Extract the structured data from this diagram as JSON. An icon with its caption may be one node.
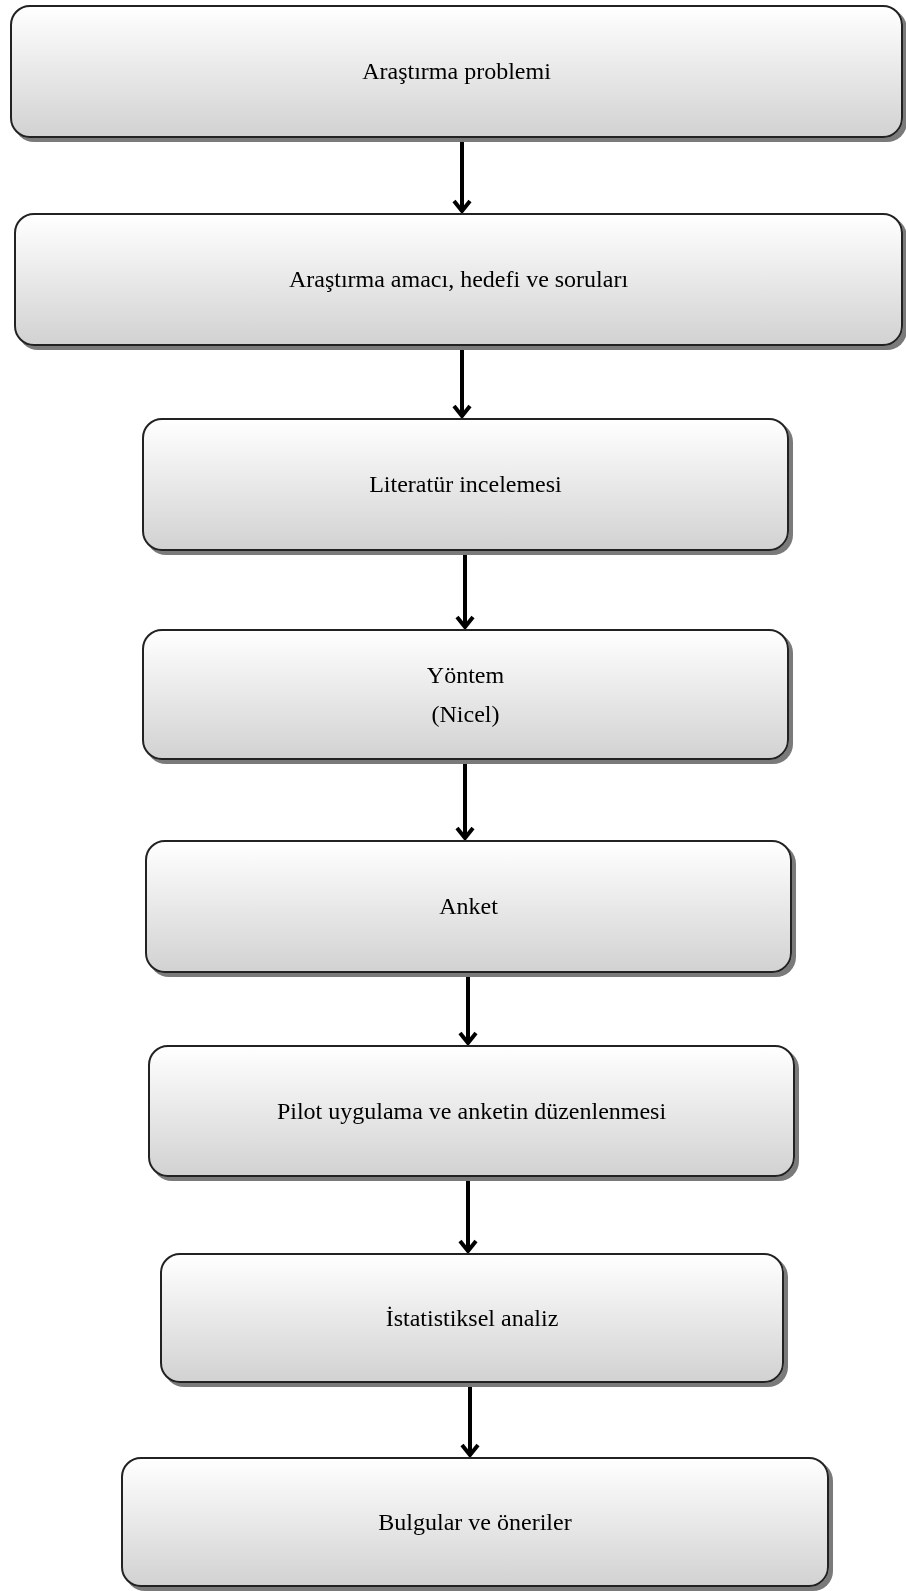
{
  "diagram": {
    "nodes": [
      {
        "text": [
          "Araştırma problemi"
        ]
      },
      {
        "text": [
          "Araştırma amacı, hedefi ve soruları"
        ]
      },
      {
        "text": [
          "Literatür incelemesi"
        ]
      },
      {
        "text": [
          "Yöntem",
          "(Nicel)"
        ]
      },
      {
        "text": [
          "Anket"
        ]
      },
      {
        "text": [
          "Pilot uygulama ve anketin düzenlenmesi"
        ]
      },
      {
        "text": [
          "İstatistiksel analiz"
        ]
      },
      {
        "text": [
          "Bulgular ve öneriler"
        ]
      }
    ],
    "edges": [
      {
        "from": 0,
        "to": 1,
        "arrow": "to"
      },
      {
        "from": 1,
        "to": 2,
        "arrow": "to"
      },
      {
        "from": 2,
        "to": 3,
        "arrow": "to"
      },
      {
        "from": 3,
        "to": 4,
        "arrow": "to"
      },
      {
        "from": 4,
        "to": 5,
        "arrow": "to"
      },
      {
        "from": 5,
        "to": 6,
        "arrow": "to"
      },
      {
        "from": 6,
        "to": 7,
        "arrow": "to"
      }
    ]
  }
}
